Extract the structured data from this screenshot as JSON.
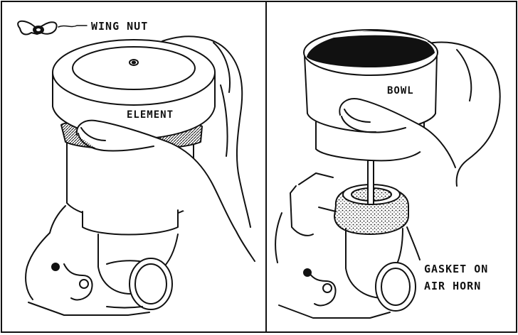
{
  "figure": {
    "panels": [
      {
        "id": "left",
        "labels": {
          "wing_nut": "WING NUT",
          "element": "ELEMENT"
        }
      },
      {
        "id": "right",
        "labels": {
          "bowl": "BOWL",
          "gasket_line1": "GASKET ON",
          "gasket_line2": "AIR HORN"
        }
      }
    ],
    "colors": {
      "ink": "#111111",
      "paper": "#ffffff"
    }
  }
}
